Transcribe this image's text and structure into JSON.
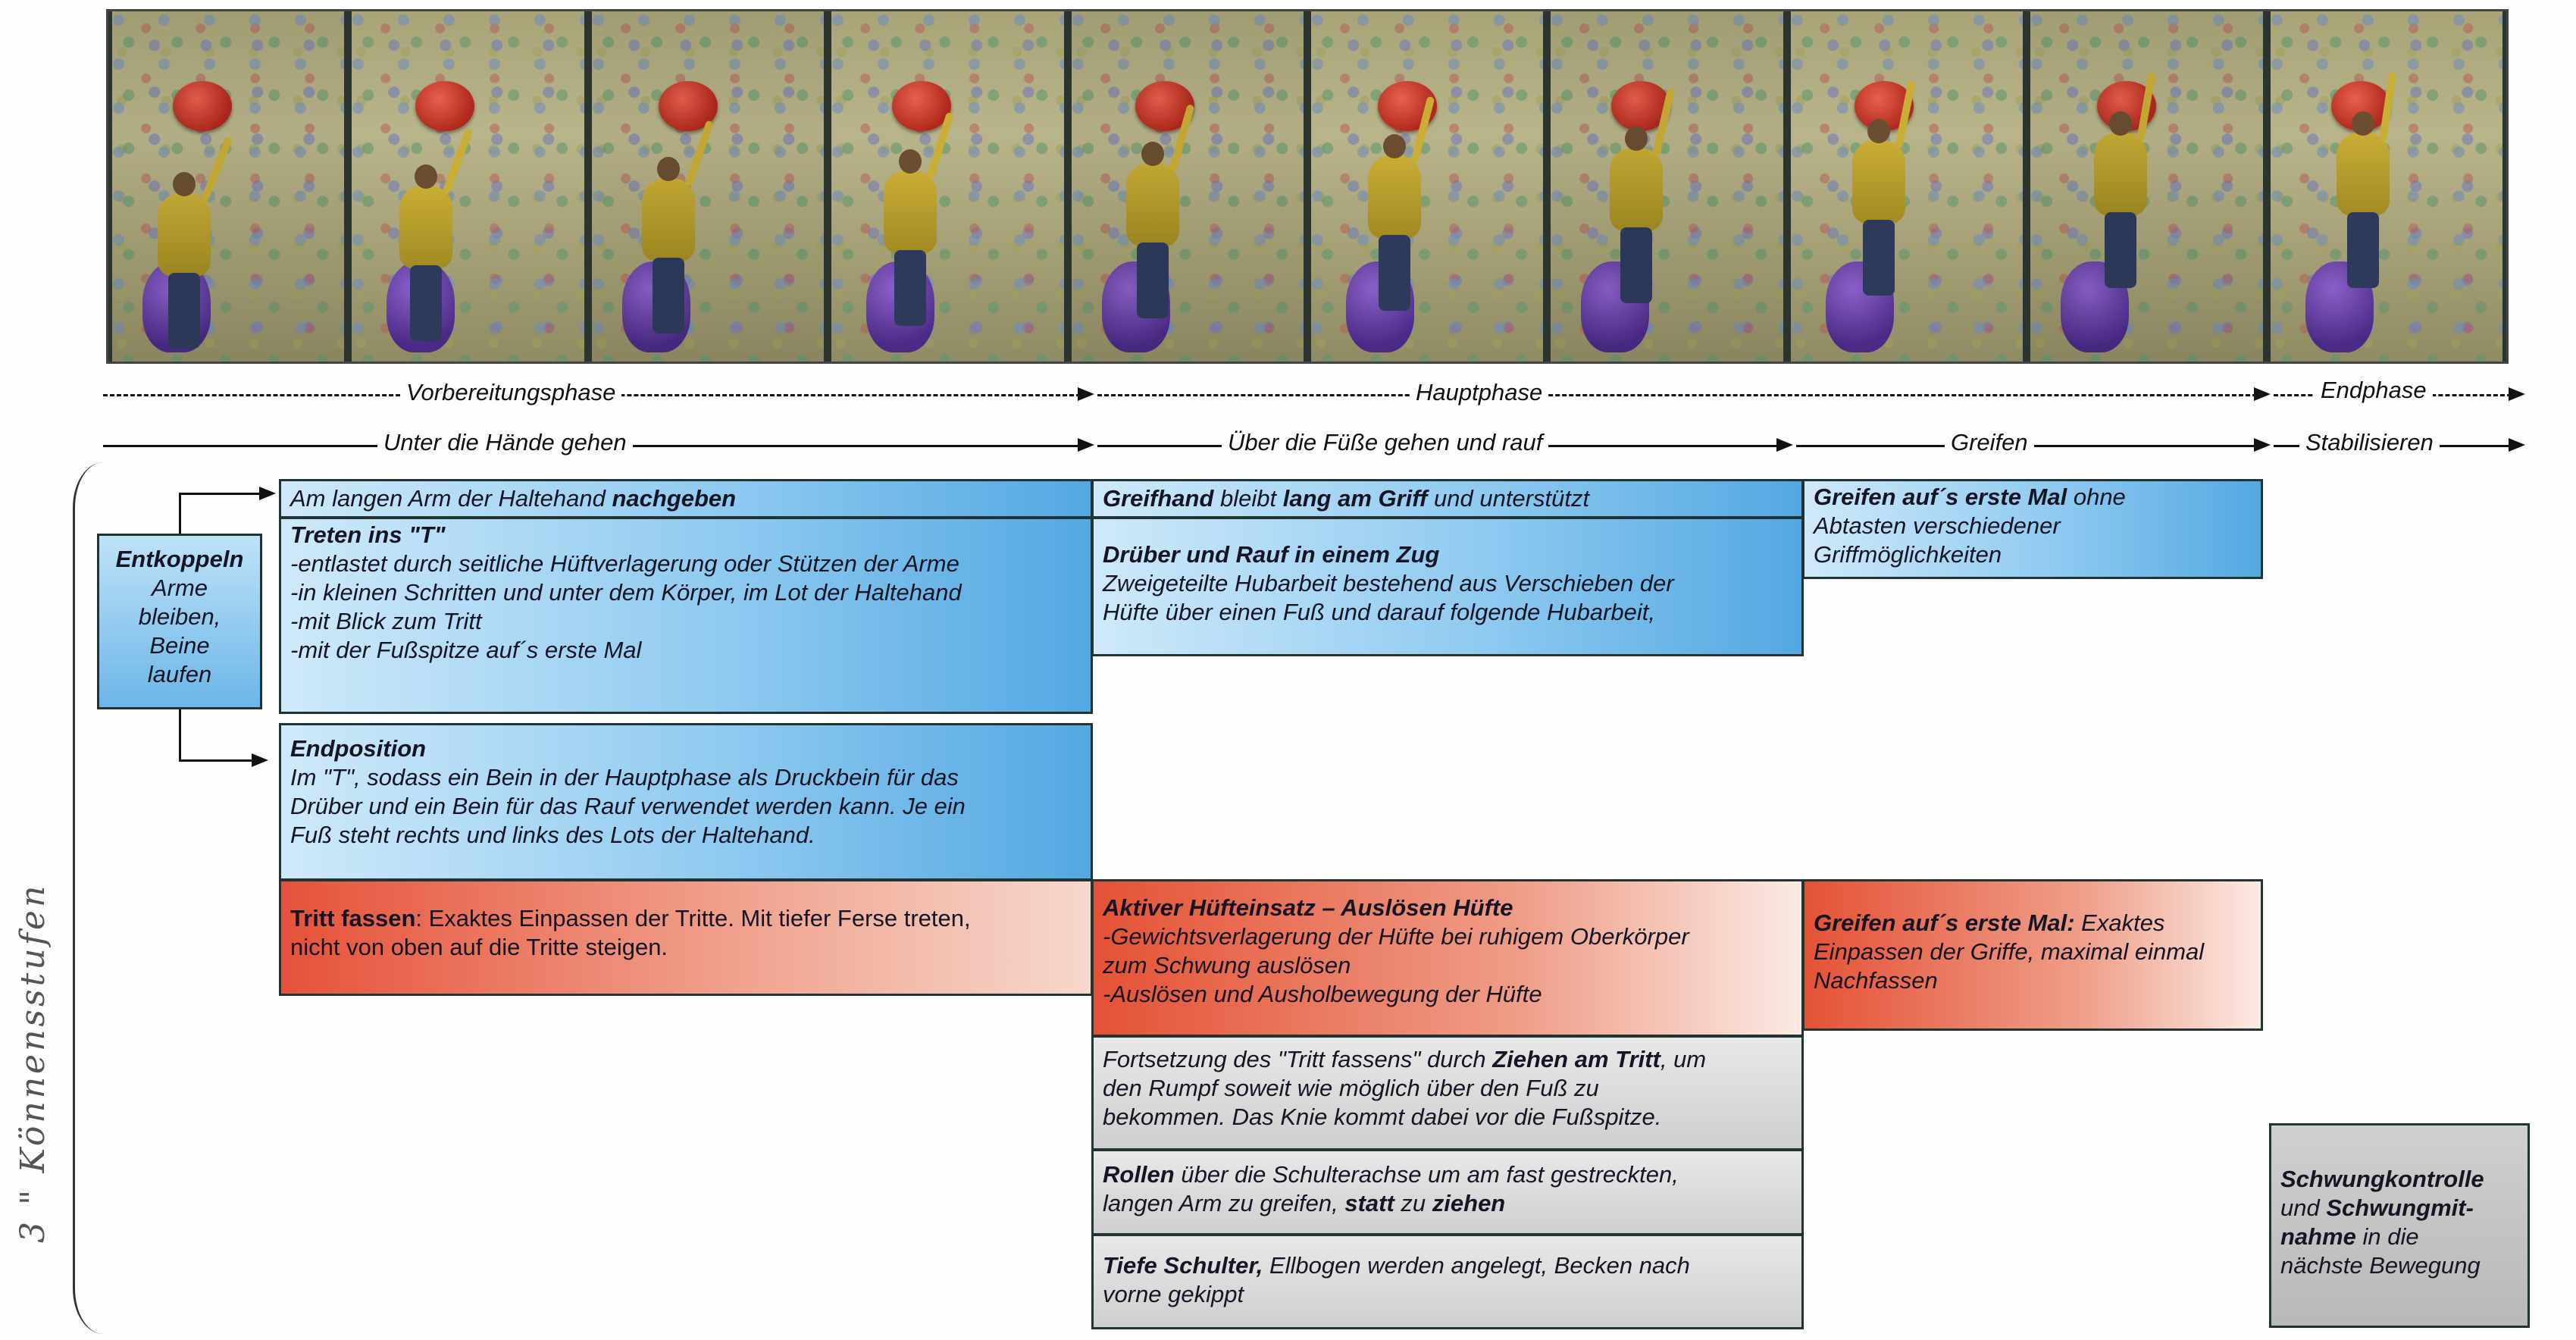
{
  "filmstrip": {
    "frame_count": 10
  },
  "phases_top": [
    {
      "label": "Vorbereitungsphase"
    },
    {
      "label": "Hauptphase"
    },
    {
      "label": "Endphase"
    }
  ],
  "phases_bottom": [
    {
      "label": "Unter die Hände gehen"
    },
    {
      "label": "Über die Füße gehen und rauf"
    },
    {
      "label": "Greifen"
    },
    {
      "label": "Stabilisieren"
    }
  ],
  "entkoppeln": {
    "title": "Entkoppeln",
    "lines": [
      "Arme",
      "bleiben,",
      "Beine",
      "laufen"
    ]
  },
  "prep": {
    "nachgeben_pre": "Am langen Arm der Haltehand ",
    "nachgeben_bold": "nachgeben",
    "treten_title": "Treten ins \"T\"",
    "treten_lines": [
      "-entlastet durch seitliche Hüftverlagerung oder Stützen der Arme",
      "-in kleinen Schritten und unter dem Körper, im Lot der Haltehand",
      "-mit Blick zum Tritt",
      "-mit der Fußspitze auf´s erste Mal"
    ],
    "endpos_title": "Endposition",
    "endpos_lines": [
      "Im \"T\", sodass ein Bein in der Hauptphase als Druckbein für das",
      "Drüber und ein Bein für das Rauf verwendet werden kann. Je ein",
      "Fuß steht rechts und links des Lots der Haltehand."
    ],
    "tritt_bold": "Tritt fassen",
    "tritt_lines": [
      ": Exaktes Einpassen der Tritte. Mit tiefer Ferse treten,",
      "nicht von oben auf die Tritte steigen."
    ]
  },
  "main": {
    "greifhand_bold1": "Greifhand",
    "greifhand_mid": " bleibt ",
    "greifhand_bold2": "lang am Griff",
    "greifhand_post": " und unterstützt",
    "drueber_title": "Drüber und Rauf in einem Zug",
    "drueber_lines": [
      "Zweigeteilte Hubarbeit bestehend aus Verschieben der",
      "Hüfte über einen Fuß und darauf folgende Hubarbeit,"
    ],
    "huefte_title": "Aktiver Hüfteinsatz – Auslösen Hüfte",
    "huefte_lines": [
      "-Gewichtsverlagerung der Hüfte bei ruhigem Oberkörper",
      "zum Schwung auslösen",
      "-Auslösen und Ausholbewegung der Hüfte"
    ],
    "fort_line1_pre": "Fortsetzung des \"Tritt fassens\" durch ",
    "fort_line1_bold": "Ziehen am Tritt",
    "fort_line1_post": ", um",
    "fort_lines": [
      "den Rumpf  soweit wie möglich über den Fuß zu",
      "bekommen. Das Knie kommt dabei vor die Fußspitze."
    ],
    "rollen_bold": "Rollen",
    "rollen_line1_post": " über die Schulterachse um am fast gestreckten,",
    "rollen_line2_pre": "langen Arm zu greifen, ",
    "rollen_line2_bold1": "statt",
    "rollen_line2_mid": " zu ",
    "rollen_line2_bold2": "ziehen",
    "tief_bold": "Tiefe Schulter,",
    "tief_line1_post": " Ellbogen werden angelegt, Becken nach",
    "tief_line2": "vorne gekippt"
  },
  "greifen": {
    "erste_bold": "Greifen auf´s erste Mal",
    "erste_post": " ohne",
    "erste_lines": [
      "Abtasten verschiedener",
      "Griffmöglichkeiten"
    ],
    "exakt_bold": "Greifen auf´s erste Mal:",
    "exakt_post": " Exaktes",
    "exakt_lines": [
      "Einpassen der Griffe, maximal einmal",
      "Nachfassen"
    ]
  },
  "end": {
    "line1_bold": "Schwungkontrolle",
    "line2_pre": "und ",
    "line2_bold": "Schwungmit-",
    "line3_bold": "nahme",
    "line3_post": " in die",
    "line4": "nächste Bewegung"
  },
  "handwriting": "3 \" Könnensstufen"
}
